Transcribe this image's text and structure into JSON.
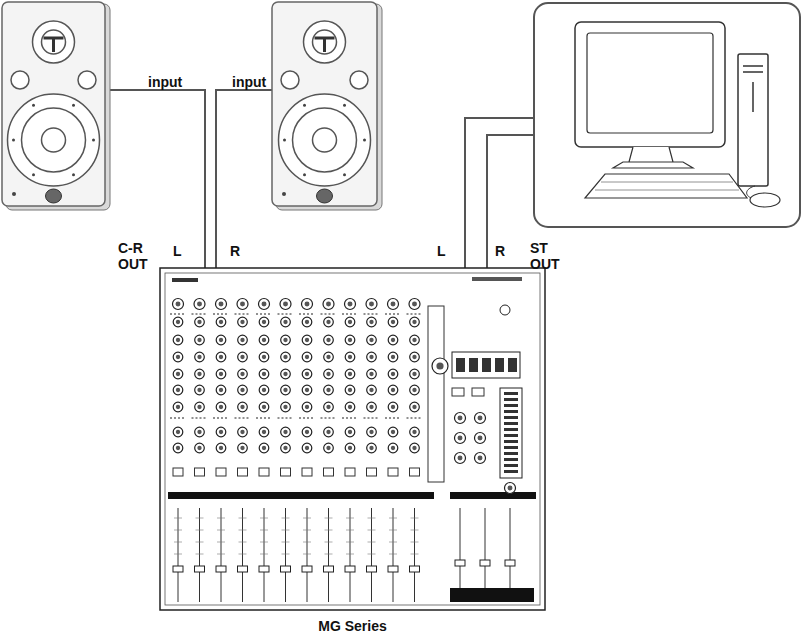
{
  "diagram": {
    "nodes": [
      {
        "text": [
          "input"
        ]
      },
      {
        "text": [
          "input"
        ]
      },
      {
        "text": []
      },
      {
        "text": [
          "MG Series"
        ]
      }
    ],
    "edges": [
      {
        "from": 3,
        "to": 0,
        "arrow": "none",
        "label": "L"
      },
      {
        "from": 3,
        "to": 1,
        "arrow": "none",
        "label": "R"
      },
      {
        "from": 3,
        "to": 2,
        "arrow": "none",
        "label": "L"
      },
      {
        "from": 3,
        "to": 2,
        "arrow": "none",
        "label": "R"
      }
    ],
    "labels": [
      "C-R OUT",
      "ST OUT"
    ]
  }
}
